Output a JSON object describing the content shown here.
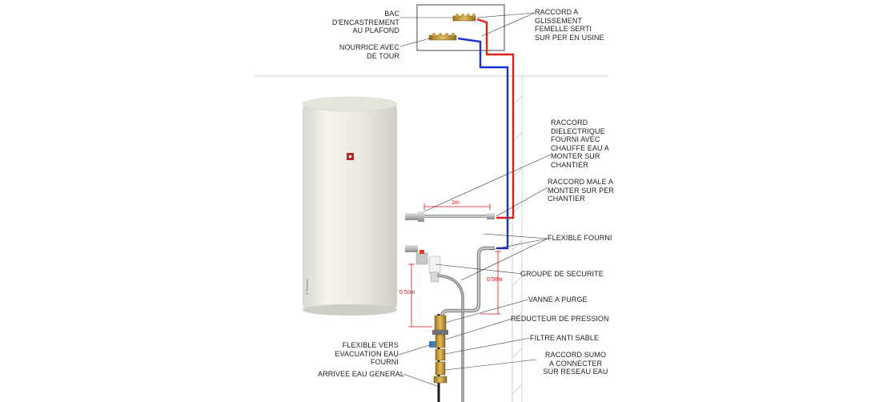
{
  "labels": {
    "bac": "BAC\nD'ENCASTREMENT\nAU PLAFOND",
    "nourrice": "NOURRICE AVEC\nDE TOUR",
    "raccord_glissement": "RACCORD A\nGLISSEMENT\nFEMELLE SERTI\nSUR PER EN USINE",
    "raccord_dielectrique": "RACCORD\nDIELECTRIQUE\nFOURNI AVEC\nCHAUFFE EAU A\nMONTER SUR\nCHANTIER",
    "raccord_male": "RACCORD MALE A\nMONTER SUR PER\nCHANTIER",
    "flexible_fourni": "FLEXIBLE FOURNI",
    "groupe_securite": "GROUPE DE SECURITE",
    "vanne_purge": "VANNE A PURGE",
    "reducteur": "REDUCTEUR DE PRESSION",
    "filtre": "FILTRE ANTI SABLE",
    "raccord_sumo": "RACCORD SUMO\nA CONNECTER\nSUR RESEAU EAU",
    "flexible_vers": "FLEXIBLE VERS\nEVACUATION EAU\nFOURNI",
    "arrivee": "ARRIVEE EAU GENERAL"
  },
  "dimensions": {
    "d1": "1m",
    "d2": "0.50m",
    "d3": "0.50m"
  },
  "colors": {
    "hot": "#e0201a",
    "cold": "#1a2fd6",
    "dimension": "#d11",
    "tank": "#ecebe3",
    "brass": "#c89a3a"
  },
  "tank_brand_mark": "© Thermor"
}
